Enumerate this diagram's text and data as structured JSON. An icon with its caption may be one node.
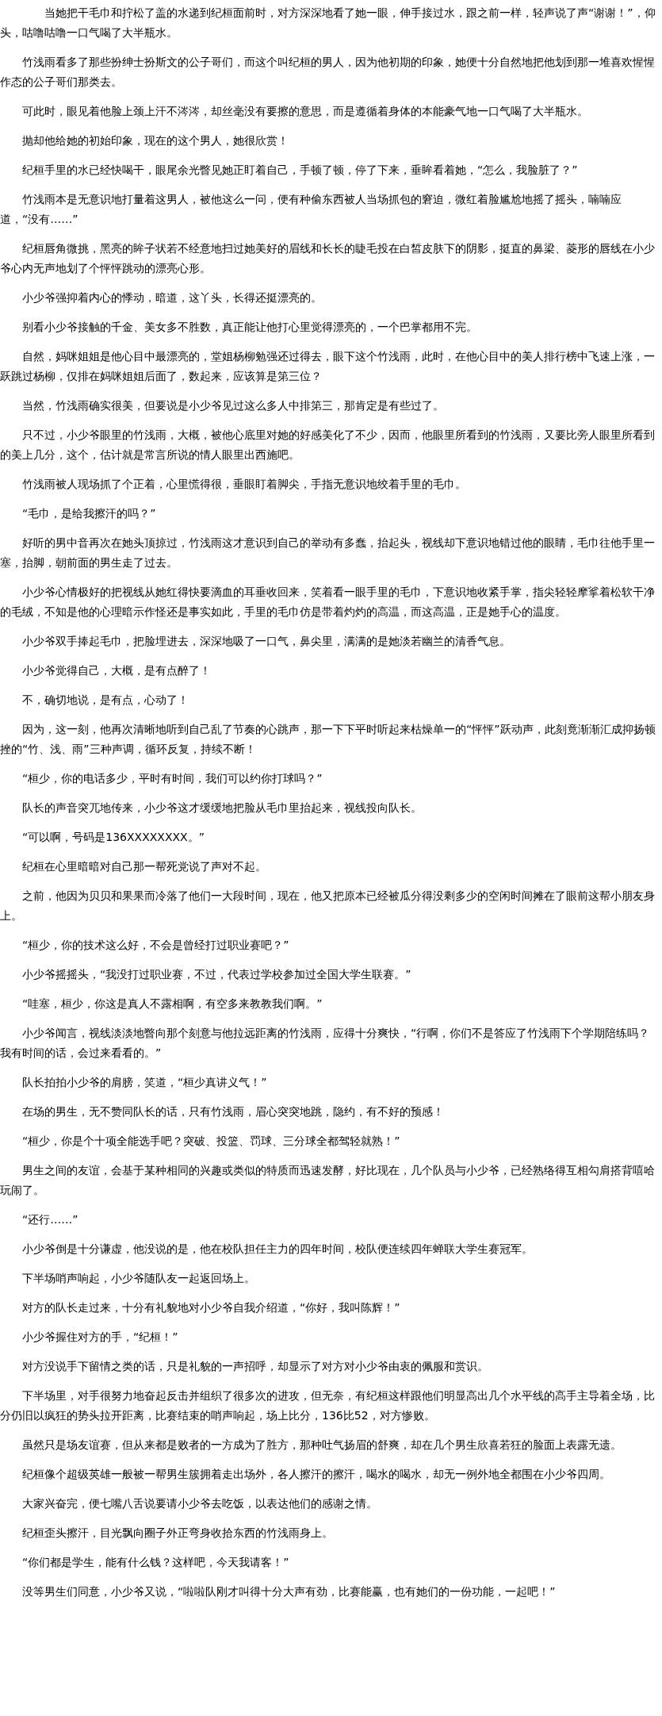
{
  "diagram": {
    "labels": [
      "当她把干毛巾和拧松了盖的水递到纪桓面前时，对方深深地看了她一眼，伸手接过水，跟之前一样，轻声说了声“谢谢！”，仰头，咕噜咕噜一口气喝了大半瓶水。",
      "竹浅雨看多了那些扮绅士扮斯文的公子哥们，而这个叫纪桓的男人，因为他初期的印象，她便十分自然地把他划到那一堆喜欢惺惺作态的公子哥们那类去。",
      "可此时，眼见着他脸上颈上汗不涔涔，却丝毫没有要擦的意思，而是遵循着身体的本能豪气地一口气喝了大半瓶水。",
      "抛却他给她的初始印象，现在的这个男人，她很欣赏！",
      "纪桓手里的水已经快喝干，眼尾余光瞥见她正盯着自己，手顿了顿，停了下来，垂眸看着她，“怎么，我脸脏了？”",
      "竹浅雨本是无意识地打量着这男人，被他这么一问，便有种偷东西被人当场抓包的窘迫，微红着脸尴尬地摇了摇头，喃喃应道，“没有……”",
      "纪桓唇角微挑，黑亮的眸子状若不经意地扫过她美好的眉线和长长的睫毛投在白皙皮肤下的阴影，挺直的鼻梁、菱形的唇线在小少爷心内无声地划了个怦怦跳动的漂亮心形。",
      "小少爷强抑着内心的悸动，暗道，这丫头，长得还挺漂亮的。",
      "别看小少爷接触的千金、美女多不胜数，真正能让他打心里觉得漂亮的，一个巴掌都用不完。",
      "自然，妈咪姐姐是他心目中最漂亮的，堂姐杨柳勉强还过得去，眼下这个竹浅雨，此时，在他心目中的美人排行榜中飞速上涨，一跃跳过杨柳，仅排在妈咪姐姐后面了，数起来，应该算是第三位？",
      "当然，竹浅雨确实很美，但要说是小少爷见过这么多人中排第三，那肯定是有些过了。",
      "只不过，小少爷眼里的竹浅雨，大概，被他心底里对她的好感美化了不少，因而，他眼里所看到的竹浅雨，又要比旁人眼里所看到的美上几分，这个，估计就是常言所说的情人眼里出西施吧。",
      "竹浅雨被人现场抓了个正着，心里慌得很，垂眼盯着脚尖，手指无意识地绞着手里的毛巾。",
      "“毛巾，是给我擦汗的吗？”",
      "好听的男中音再次在她头顶掠过，竹浅雨这才意识到自己的举动有多蠢，抬起头，视线却下意识地错过他的眼睛，毛巾往他手里一塞，抬脚，朝前面的男生走了过去。",
      "小少爷心情极好的把视线从她红得快要滴血的耳垂收回来，笑着看一眼手里的毛巾，下意识地收紧手掌，指尖轻轻摩挲着松软干净的毛绒，不知是他的心理暗示作怪还是事实如此，手里的毛巾仿是带着灼灼的高温，而这高温，正是她手心的温度。",
      "小少爷双手捧起毛巾，把脸埋进去，深深地吸了一口气，鼻尖里，满满的是她淡若幽兰的清香气息。",
      "小少爷觉得自己，大概，是有点醉了！",
      "不，确切地说，是有点，心动了！",
      "因为，这一刻，他再次清晰地听到自己乱了节奏的心跳声，那一下下平时听起来枯燥单一的“怦怦”跃动声，此刻竟渐渐汇成抑扬顿挫的“竹、浅、雨”三种声调，循环反复，持续不断！",
      "“桓少，你的电话多少，平时有时间，我们可以约你打球吗？”",
      "队长的声音突兀地传来，小少爷这才缓缓地把脸从毛巾里抬起来，视线投向队长。",
      "“可以啊，号码是136XXXXXXXX。”",
      "纪桓在心里暗暗对自己那一帮死党说了声对不起。",
      "之前，他因为贝贝和果果而冷落了他们一大段时间，现在，他又把原本已经被瓜分得没剩多少的空闲时间摊在了眼前这帮小朋友身上。",
      "“桓少，你的技术这么好，不会是曾经打过职业赛吧？”",
      "小少爷摇摇头，“我没打过职业赛，不过，代表过学校参加过全国大学生联赛。”",
      "“哇塞，桓少，你这是真人不露相啊，有空多来教教我们啊。”",
      "小少爷闻言，视线淡淡地瞥向那个刻意与他拉远距离的竹浅雨，应得十分爽快，“行啊，你们不是答应了竹浅雨下个学期陪练吗？我有时间的话，会过来看看的。”",
      "队长拍拍小少爷的肩膀，笑道，“桓少真讲义气！”",
      "在场的男生，无不赞同队长的话，只有竹浅雨，眉心突突地跳，隐约，有不好的预感！",
      "“桓少，你是个十项全能选手吧？突破、投篮、罚球、三分球全都驾轻就熟！”",
      "男生之间的友谊，会基于某种相同的兴趣或类似的特质而迅速发酵，好比现在，几个队员与小少爷，已经熟络得互相勾肩搭背嘻哈玩闹了。",
      "“还行……”",
      "小少爷倒是十分谦虚，他没说的是，他在校队担任主力的四年时间，校队便连续四年蝉联大学生赛冠军。",
      "下半场哨声响起，小少爷随队友一起返回场上。",
      "对方的队长走过来，十分有礼貌地对小少爷自我介绍道，“你好，我叫陈辉！”",
      "小少爷握住对方的手，“纪桓！”",
      "对方没说手下留情之类的话，只是礼貌的一声招呼，却显示了对方对小少爷由衷的佩服和赏识。",
      "下半场里，对手很努力地奋起反击并组织了很多次的进攻，但无奈，有纪桓这样跟他们明显高出几个水平线的高手主导着全场，比分仍旧以疯狂的势头拉开距离，比赛结束的哨声响起，场上比分，136比52，对方惨败。",
      "虽然只是场友谊赛，但从来都是败者的一方成为了胜方，那种吐气扬眉的舒爽，却在几个男生欣喜若狂的脸面上表露无遗。",
      "纪桓像个超级英雄一般被一帮男生簇拥着走出场外，各人擦汗的擦汗，喝水的喝水，却无一例外地全都围在小少爷四周。",
      "大家兴奋完，便七嘴八舌说要请小少爷去吃饭，以表达他们的感谢之情。",
      "纪桓歪头擦汗，目光飘向圈子外正弯身收拾东西的竹浅雨身上。",
      "“你们都是学生，能有什么钱？这样吧，今天我请客！”",
      "没等男生们同意，小少爷又说，“啦啦队刚才叫得十分大声有劲，比赛能赢，也有她们的一份功能，一起吧！”"
    ]
  }
}
